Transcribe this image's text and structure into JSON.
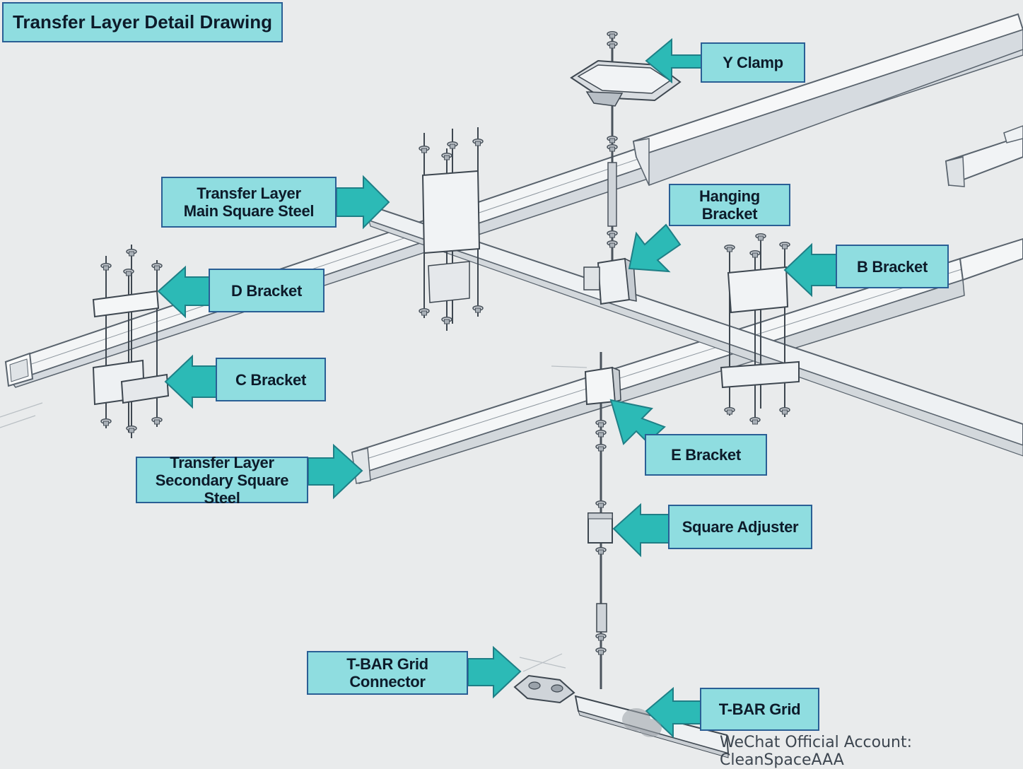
{
  "title": "Transfer Layer Detail Drawing",
  "labels": {
    "y_clamp": "Y Clamp",
    "main_steel_line1": "Transfer Layer",
    "main_steel_line2": "Main Square Steel",
    "hanging_bracket": "Hanging Bracket",
    "b_bracket": "B Bracket",
    "d_bracket": "D Bracket",
    "c_bracket": "C Bracket",
    "e_bracket": "E Bracket",
    "secondary_steel_line1": "Transfer Layer",
    "secondary_steel_line2": "Secondary Square Steel",
    "square_adjuster": "Square Adjuster",
    "tbar_connector": "T-BAR Grid Connector",
    "tbar_grid": "T-BAR Grid"
  },
  "watermark": "WeChat Official Account: CleanSpaceAAA",
  "colors": {
    "label_fill": "#8fdde0",
    "label_border": "#2a5f95",
    "arrow_fill": "#2cbab6",
    "arrow_stroke": "#1f7f86",
    "steel_light": "#f4f6f7",
    "steel_mid": "#d3d8dc",
    "steel_line": "#5c6670"
  }
}
